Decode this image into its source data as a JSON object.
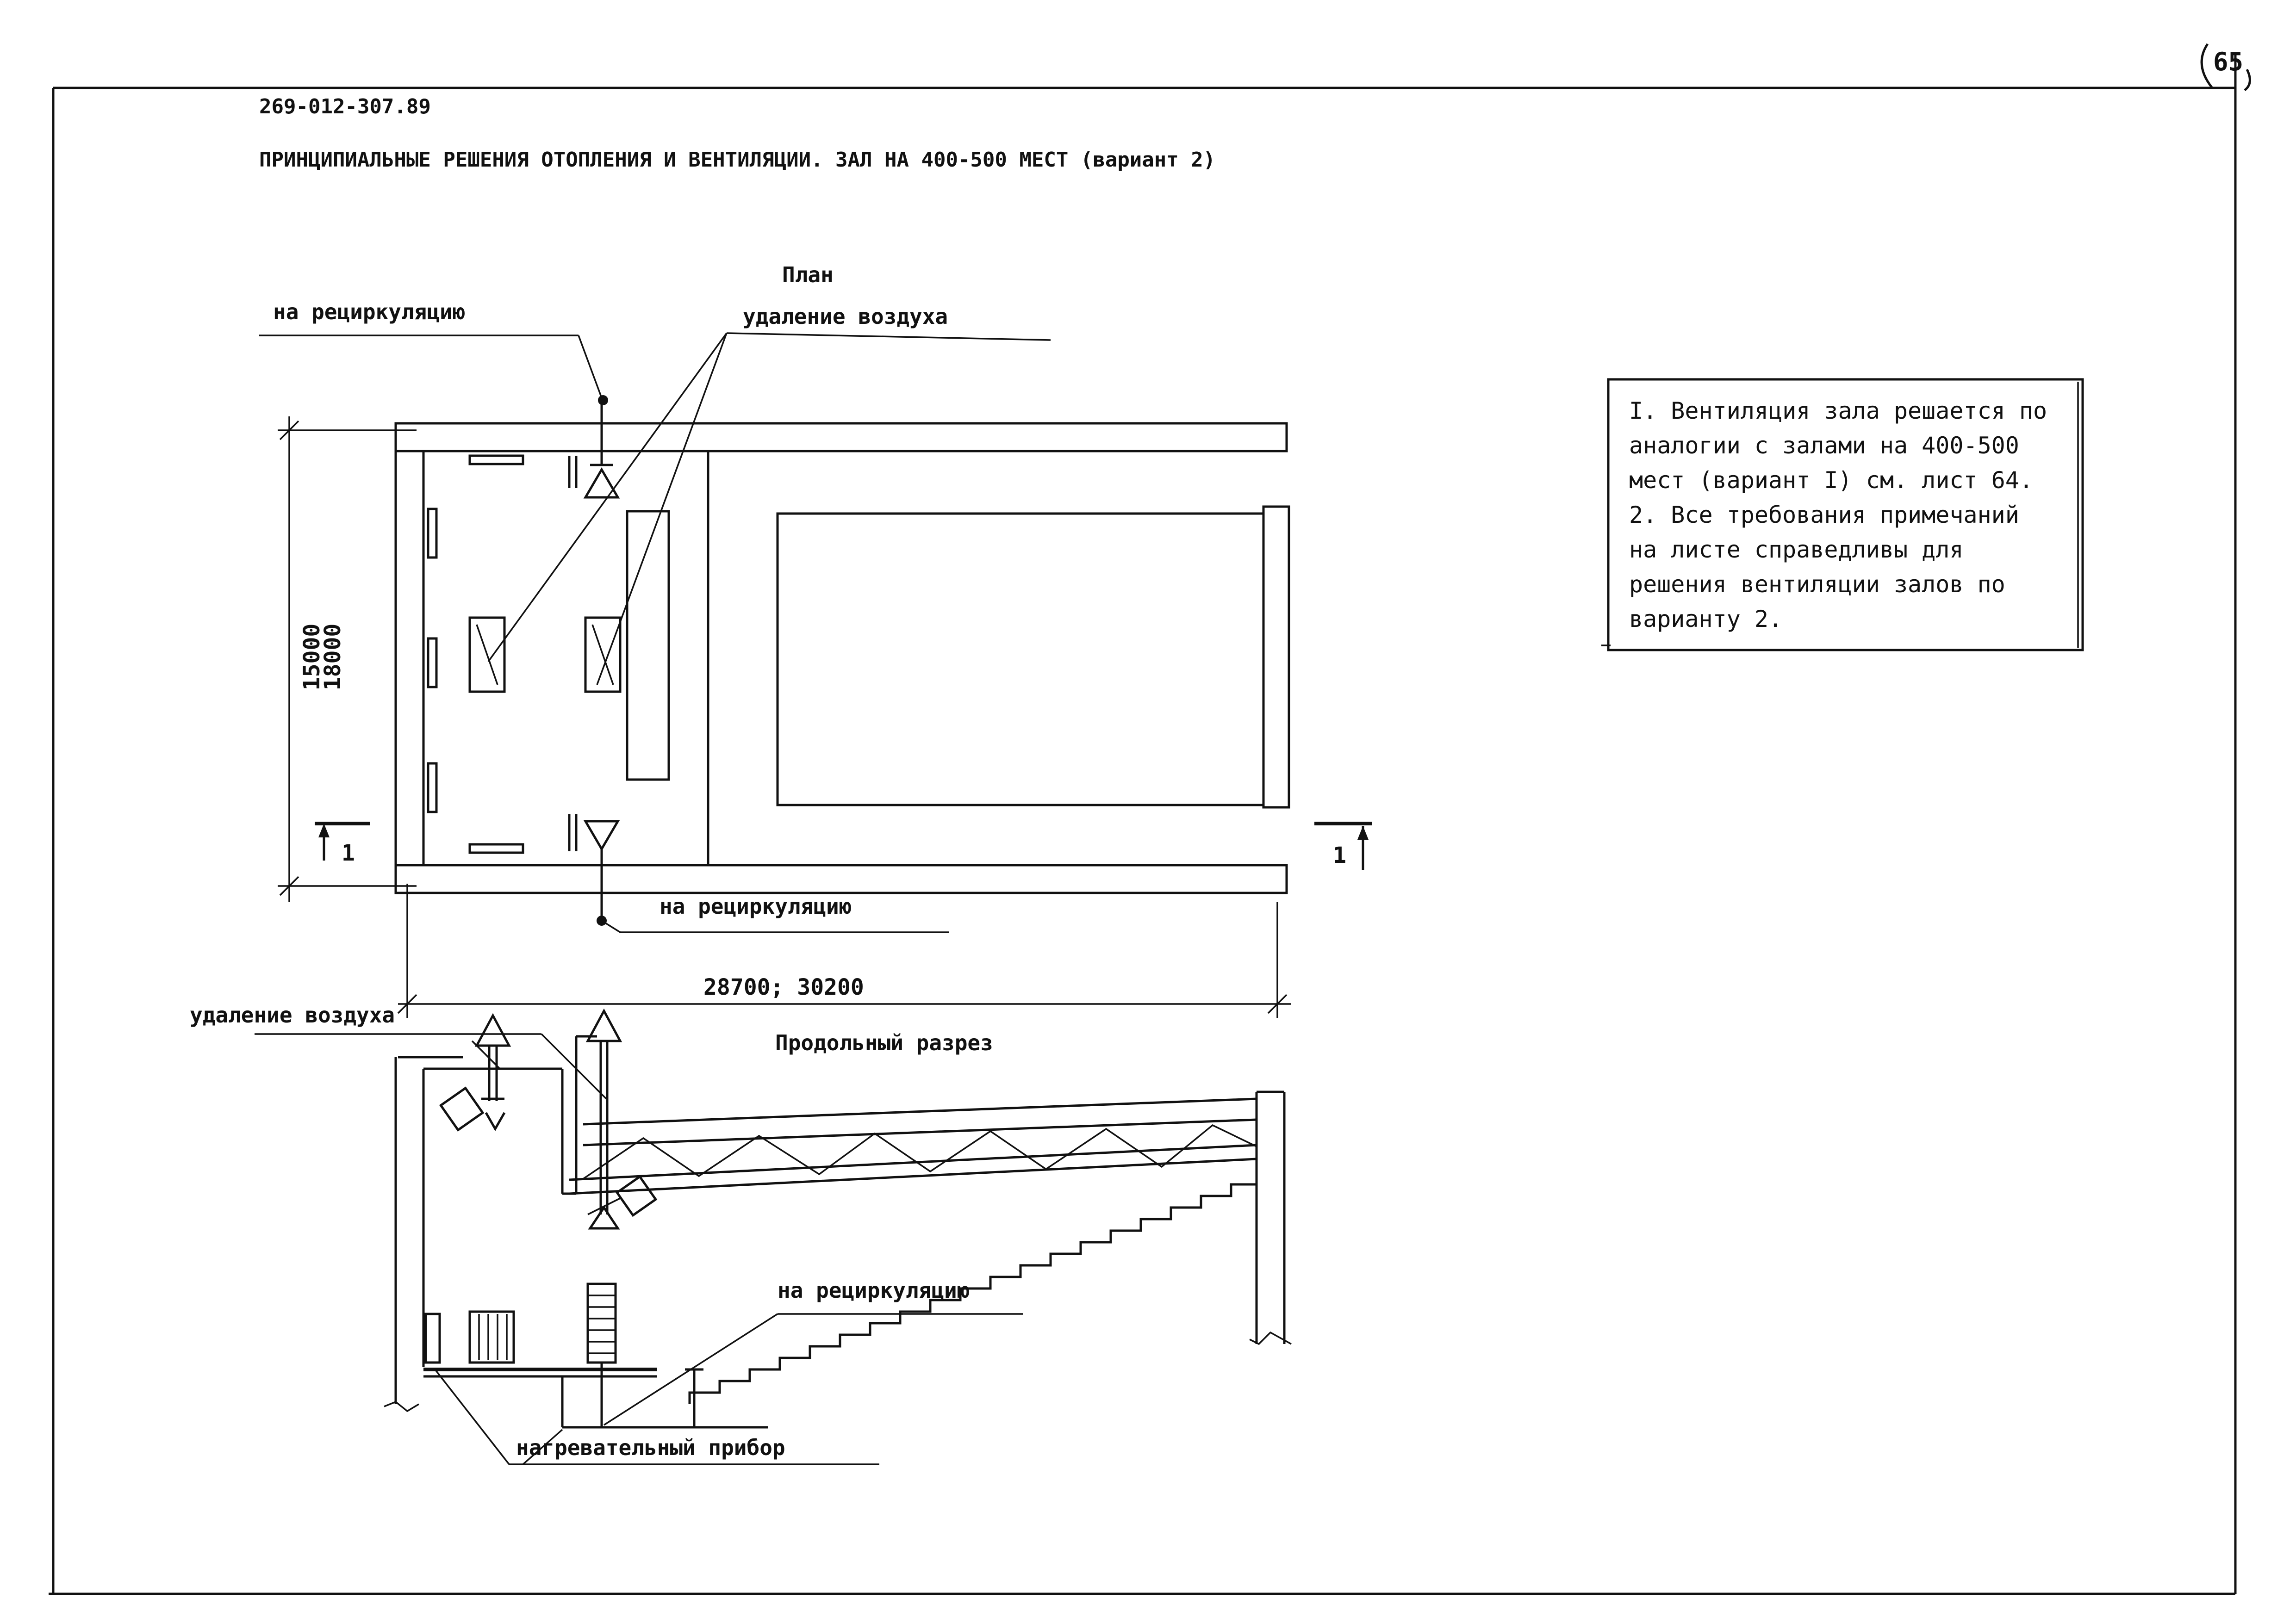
{
  "page_number": "65",
  "doc_code": "269-012-307.89",
  "title": "ПРИНЦИПИАЛЬНЫЕ РЕШЕНИЯ ОТОПЛЕНИЯ И ВЕНТИЛЯЦИИ. ЗАЛ НА 400-500 МЕСТ (вариант 2)",
  "plan": {
    "heading": "План",
    "label_recirc_top": "на рециркуляцию",
    "label_exhaust": "удаление воздуха",
    "label_recirc_bottom": "на рециркуляцию",
    "dim_height_outer": "15000",
    "dim_height_inner": "18000",
    "dim_width": "28700; 30200",
    "section_mark_left": "1",
    "section_mark_right": "1"
  },
  "section": {
    "heading": "Продольный разрез",
    "label_exhaust": "удаление воздуха",
    "label_recirc": "на рециркуляцию",
    "label_heater": "нагревательный прибор"
  },
  "notes": [
    "I. Вентиляция зала решается по",
    "аналогии с залами на 400-500",
    "мест (вариант I) см. лист 64.",
    "2. Все требования примечаний",
    "на листе  справедливы для",
    "решения вентиляции залов по",
    "варианту 2."
  ]
}
